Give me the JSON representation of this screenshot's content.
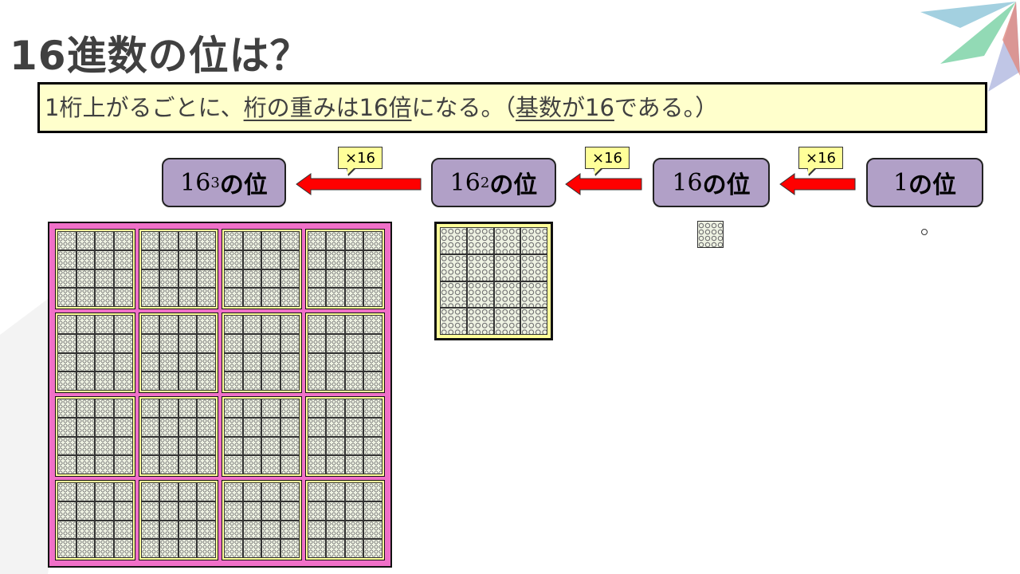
{
  "title": "16進数の位は？",
  "rule": {
    "part1": "1桁上がるごとに、",
    "part2": "桁の重みは16倍",
    "part3": "になる。（",
    "part4": "基数が16",
    "part5": "である。）"
  },
  "places": [
    {
      "base": "16",
      "exp": "3",
      "suffix": "の位"
    },
    {
      "base": "16",
      "exp": "2",
      "suffix": "の位"
    },
    {
      "base": "16",
      "exp": "",
      "suffix": "の位"
    },
    {
      "base": "1",
      "exp": "",
      "suffix": "の位"
    }
  ],
  "multiplier": "×16",
  "colors": {
    "rule_bg": "#FFFFCC",
    "place_bg": "#B1A0C7",
    "arrow": "#FF0000",
    "callout_bg": "#FFFF99",
    "grid3_bg": "#F070C8",
    "grid2_bg": "#FFFF99",
    "ones_bg": "#EEF2E2"
  }
}
